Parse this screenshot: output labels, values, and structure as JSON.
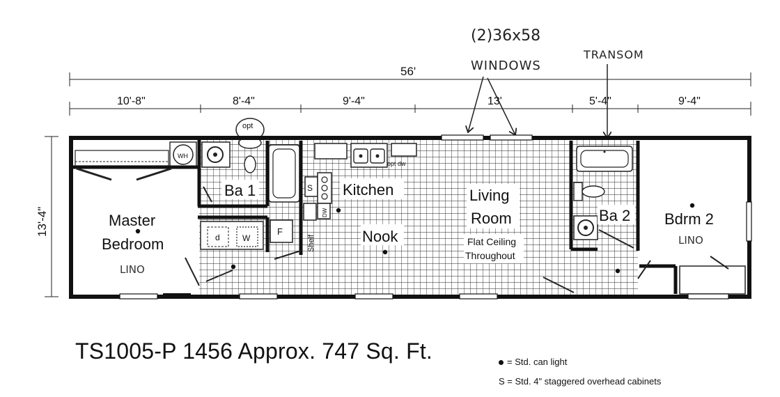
{
  "annotations": {
    "windows_qty": "(2)36x58",
    "windows_label": "WINDOWS",
    "transom_label": "TRANSOM"
  },
  "dimensions": {
    "overall_length": "56'",
    "segments": [
      "10'-8\"",
      "8'-4\"",
      "9'-4\"",
      "13'",
      "5'-4\"",
      "9'-4\""
    ],
    "width": "13'-4\""
  },
  "rooms": {
    "master_bedroom_line1": "Master",
    "master_bedroom_line2": "Bedroom",
    "master_floor": "LINO",
    "bath1": "Ba 1",
    "kitchen": "Kitchen",
    "nook": "Nook",
    "living_line1": "Living",
    "living_line2": "Room",
    "living_note1": "Flat Ceiling",
    "living_note2": "Throughout",
    "bath2": "Ba 2",
    "bedroom2": "Bdrm 2",
    "bedroom2_floor": "LINO"
  },
  "fixtures": {
    "opt_toilet": "opt",
    "opt_dw": "opt dw",
    "shelf": "Shelf",
    "dryer": "d",
    "washer": "W",
    "furnace": "F",
    "wh": "WH",
    "dw": "DW",
    "staggered": "S"
  },
  "caption": "TS1005-P 1456 Approx. 747 Sq. Ft.",
  "legend": {
    "can_light": "= Std. can light",
    "staggered": "S = Std. 4\" staggered overhead cabinets"
  }
}
